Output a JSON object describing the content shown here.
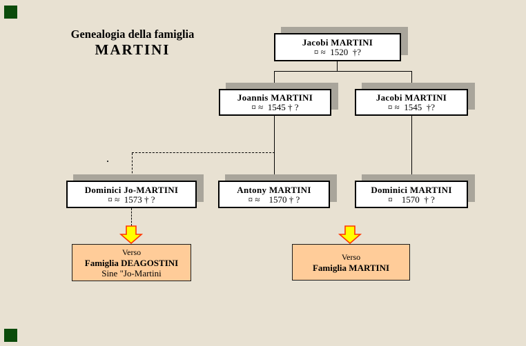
{
  "title": {
    "line1": "Genealogia della famiglia",
    "line2": "MARTINI"
  },
  "persons": [
    {
      "name": "Jacobi MARTINI",
      "dates": "¤ ≈  1520  †?"
    },
    {
      "name": "Joannis MARTINI",
      "dates": "¤ ≈  1545 † ?"
    },
    {
      "name": "Jacobi MARTINI",
      "dates": "¤ ≈  1545  †?"
    },
    {
      "name": "Dominici Jo-MARTINI",
      "dates": "¤ ≈  1573 † ?"
    },
    {
      "name": "Antony MARTINI",
      "dates": "¤ ≈    1570 † ?"
    },
    {
      "name": "Dominici MARTINI",
      "dates": "¤    1570  † ?"
    }
  ],
  "callouts": [
    {
      "line1": "Verso",
      "line2": "Famiglia DEAGOSTINI",
      "line3": "Sine \"Jo-Martini"
    },
    {
      "line1": "Verso",
      "line2": "Famiglia MARTINI"
    }
  ],
  "icons": {
    "down_arrow": "down-arrow-icon",
    "corner_marker": "green-square-marker"
  },
  "colors": {
    "bg": "#E8E1D2",
    "shadow": "#A9A59B",
    "peach": "#FFCC99",
    "arrowFill": "#FFFF00",
    "arrowStroke": "#FF3300",
    "marker": "#0B4B0B"
  }
}
